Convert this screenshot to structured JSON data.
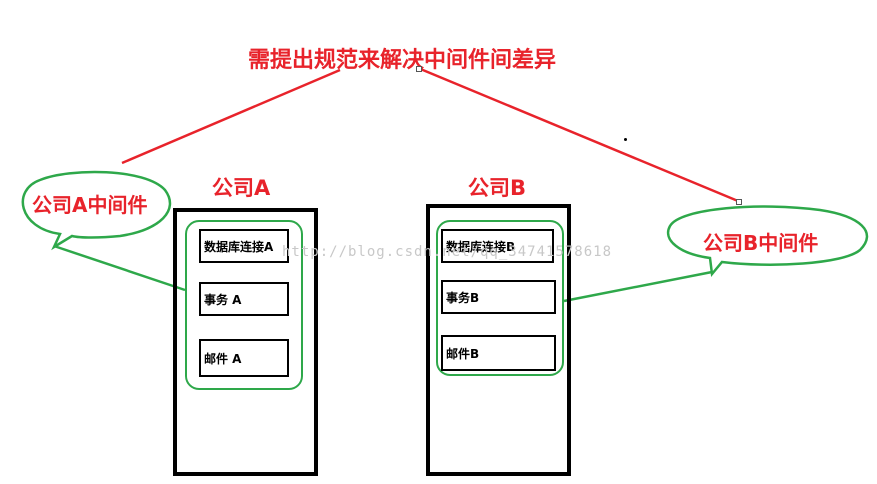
{
  "title": "需提出规范来解决中间件间差异",
  "company_a": {
    "title": "公司A",
    "middleware_label": "公司A中间件",
    "modules": [
      "数据库连接A",
      "事务 A",
      "邮件 A"
    ]
  },
  "company_b": {
    "title": "公司B",
    "middleware_label": "公司B中间件",
    "modules": [
      "数据库连接B",
      "事务B",
      "邮件B"
    ]
  },
  "watermark": "http://blog.csdn.net/qq_34741578618",
  "colors": {
    "label_red": "#e8232b",
    "group_green": "#2ea84a",
    "box_black": "#000000"
  }
}
